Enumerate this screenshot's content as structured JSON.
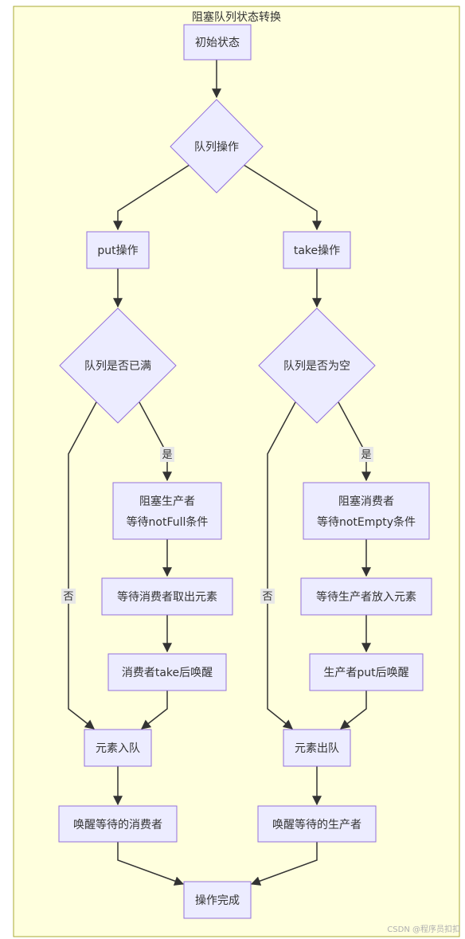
{
  "title": "阻塞队列状态转换",
  "nodes": {
    "start": "初始状态",
    "op": "队列操作",
    "put": "put操作",
    "take": "take操作",
    "full_q": "队列是否已满",
    "empty_q": "队列是否为空",
    "block_prod": [
      "阻塞生产者",
      "等待notFull条件"
    ],
    "block_cons": [
      "阻塞消费者",
      "等待notEmpty条件"
    ],
    "wait_cons": "等待消费者取出元素",
    "wait_prod": "等待生产者放入元素",
    "cons_wake": "消费者take后唤醒",
    "prod_wake": "生产者put后唤醒",
    "enqueue": "元素入队",
    "dequeue": "元素出队",
    "wake_cons": "唤醒等待的消费者",
    "wake_prod": "唤醒等待的生产者",
    "done": "操作完成"
  },
  "edge_labels": {
    "yes": "是",
    "no": "否"
  },
  "watermark": "CSDN @程序员扣扣",
  "colors": {
    "cluster_fill": "#ffffde",
    "cluster_stroke": "#aaaa33",
    "node_fill": "#ececff",
    "node_stroke": "#9370db",
    "edge": "#333333",
    "label_bg": "#e8e8e8"
  }
}
